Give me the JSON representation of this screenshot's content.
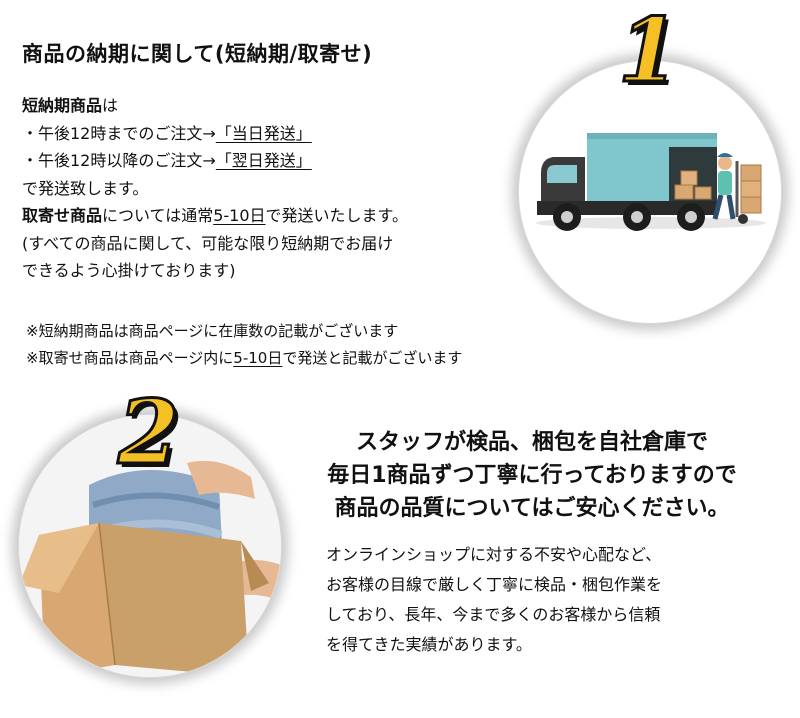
{
  "section1": {
    "title": "商品の納期に関して(短納期/取寄せ)",
    "short_label": "短納期商品",
    "short_suffix": "は",
    "line_before12_prefix": "・午後12時までのご注文→",
    "line_before12_highlight": "「当日発送」",
    "line_after12_prefix": "・午後12時以降のご注文→",
    "line_after12_highlight": "「翌日発送」",
    "ship_line": "で発送致します。",
    "order_label": "取寄せ商品",
    "order_mid": "については通常",
    "order_days": "5-10日",
    "order_tail": "で発送いたします。",
    "paren_line1": "(すべての商品に関して、可能な限り短納期でお届け",
    "paren_line2": "できるよう心掛けております)",
    "note1": "※短納期商品は商品ページに在庫数の記載がございます",
    "note2_prefix": "※取寄せ商品は商品ページ内に",
    "note2_days": "5-10日",
    "note2_tail": "で発送と記載がございます",
    "numeral": "1"
  },
  "section2": {
    "numeral": "2",
    "headline": [
      "スタッフが検品、梱包を自社倉庫で",
      "毎日1商品ずつ丁寧に行っておりますので",
      "商品の品質についてはご安心ください。"
    ],
    "body": [
      "オンラインショップに対する不安や心配など、",
      "お客様の目線で厳しく丁寧に検品・梱包作業を",
      "しており、長年、今まで多くのお客様から信頼",
      "を得てきた実績があります。"
    ]
  },
  "colors": {
    "numeral_fill": "#f5c026",
    "truck_box": "#7fc6cd",
    "truck_cab": "#3a3a3a",
    "cardboard": "#d9a872",
    "denim": "#8fa9c6"
  }
}
